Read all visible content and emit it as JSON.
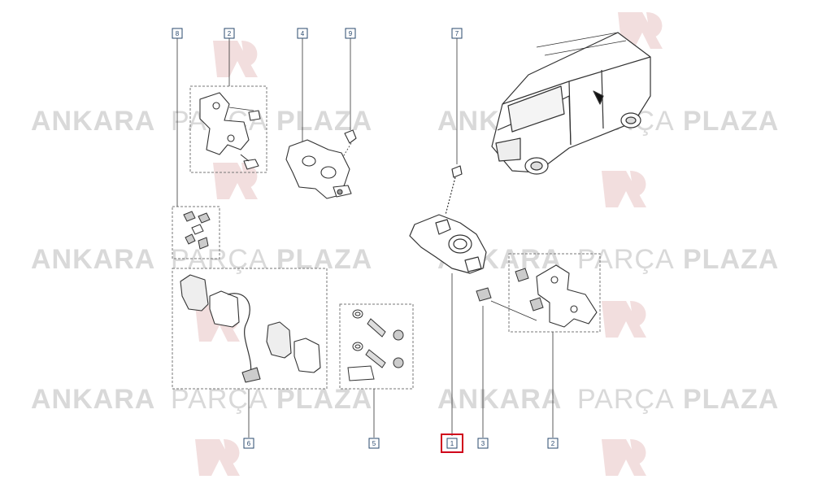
{
  "watermark": {
    "word_bold_1": "ANKARA",
    "word_light": "PARÇA",
    "word_bold_2": "PLAZA",
    "color": "#d9d9d9",
    "logo_color": "#f2dede"
  },
  "callouts": [
    {
      "id": "c8a",
      "label": "8"
    },
    {
      "id": "c2a",
      "label": "2"
    },
    {
      "id": "c4",
      "label": "4"
    },
    {
      "id": "c9",
      "label": "9"
    },
    {
      "id": "c7",
      "label": "7"
    },
    {
      "id": "c6",
      "label": "6"
    },
    {
      "id": "c5",
      "label": "5"
    },
    {
      "id": "c1",
      "label": "1",
      "highlighted": true
    },
    {
      "id": "c3",
      "label": "3"
    },
    {
      "id": "c2b",
      "label": "2"
    }
  ],
  "colors": {
    "callout_border": "#2a4a6e",
    "highlight": "#d0021b",
    "line": "#333333"
  }
}
